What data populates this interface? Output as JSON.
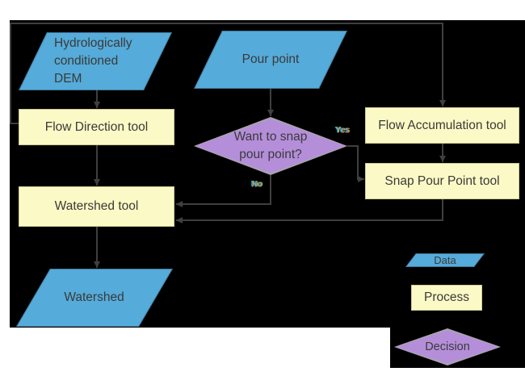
{
  "diagram": {
    "nodes": {
      "dem": {
        "type": "data",
        "lines": [
          "Hydrologically",
          "conditioned",
          "DEM"
        ]
      },
      "pour_point": {
        "type": "data",
        "label": "Pour point"
      },
      "flow_direction": {
        "type": "process",
        "label": "Flow Direction tool"
      },
      "flow_accumulation": {
        "type": "process",
        "label": "Flow Accumulation tool"
      },
      "snap_pour_point": {
        "type": "process",
        "label": "Snap Pour Point tool"
      },
      "want_to_snap": {
        "type": "decision",
        "lines": [
          "Want to snap",
          "pour point?"
        ]
      },
      "watershed_tool": {
        "type": "process",
        "label": "Watershed tool"
      },
      "watershed": {
        "type": "data",
        "label": "Watershed"
      }
    },
    "edge_labels": {
      "yes": "Yes",
      "no": "No"
    },
    "legend": {
      "data_label": "Data",
      "process_label": "Process",
      "decision_label": "Decision"
    },
    "colors": {
      "data_fill": "#55ABD9",
      "process_fill": "#FBF9C5",
      "decision_fill": "#B58EDA",
      "decision_border": "#A8A8A8",
      "connector": "#3F3F3F",
      "canvas_background": "#000000",
      "page_background": "#FFFFFF",
      "text": "#3A3A3A"
    }
  }
}
